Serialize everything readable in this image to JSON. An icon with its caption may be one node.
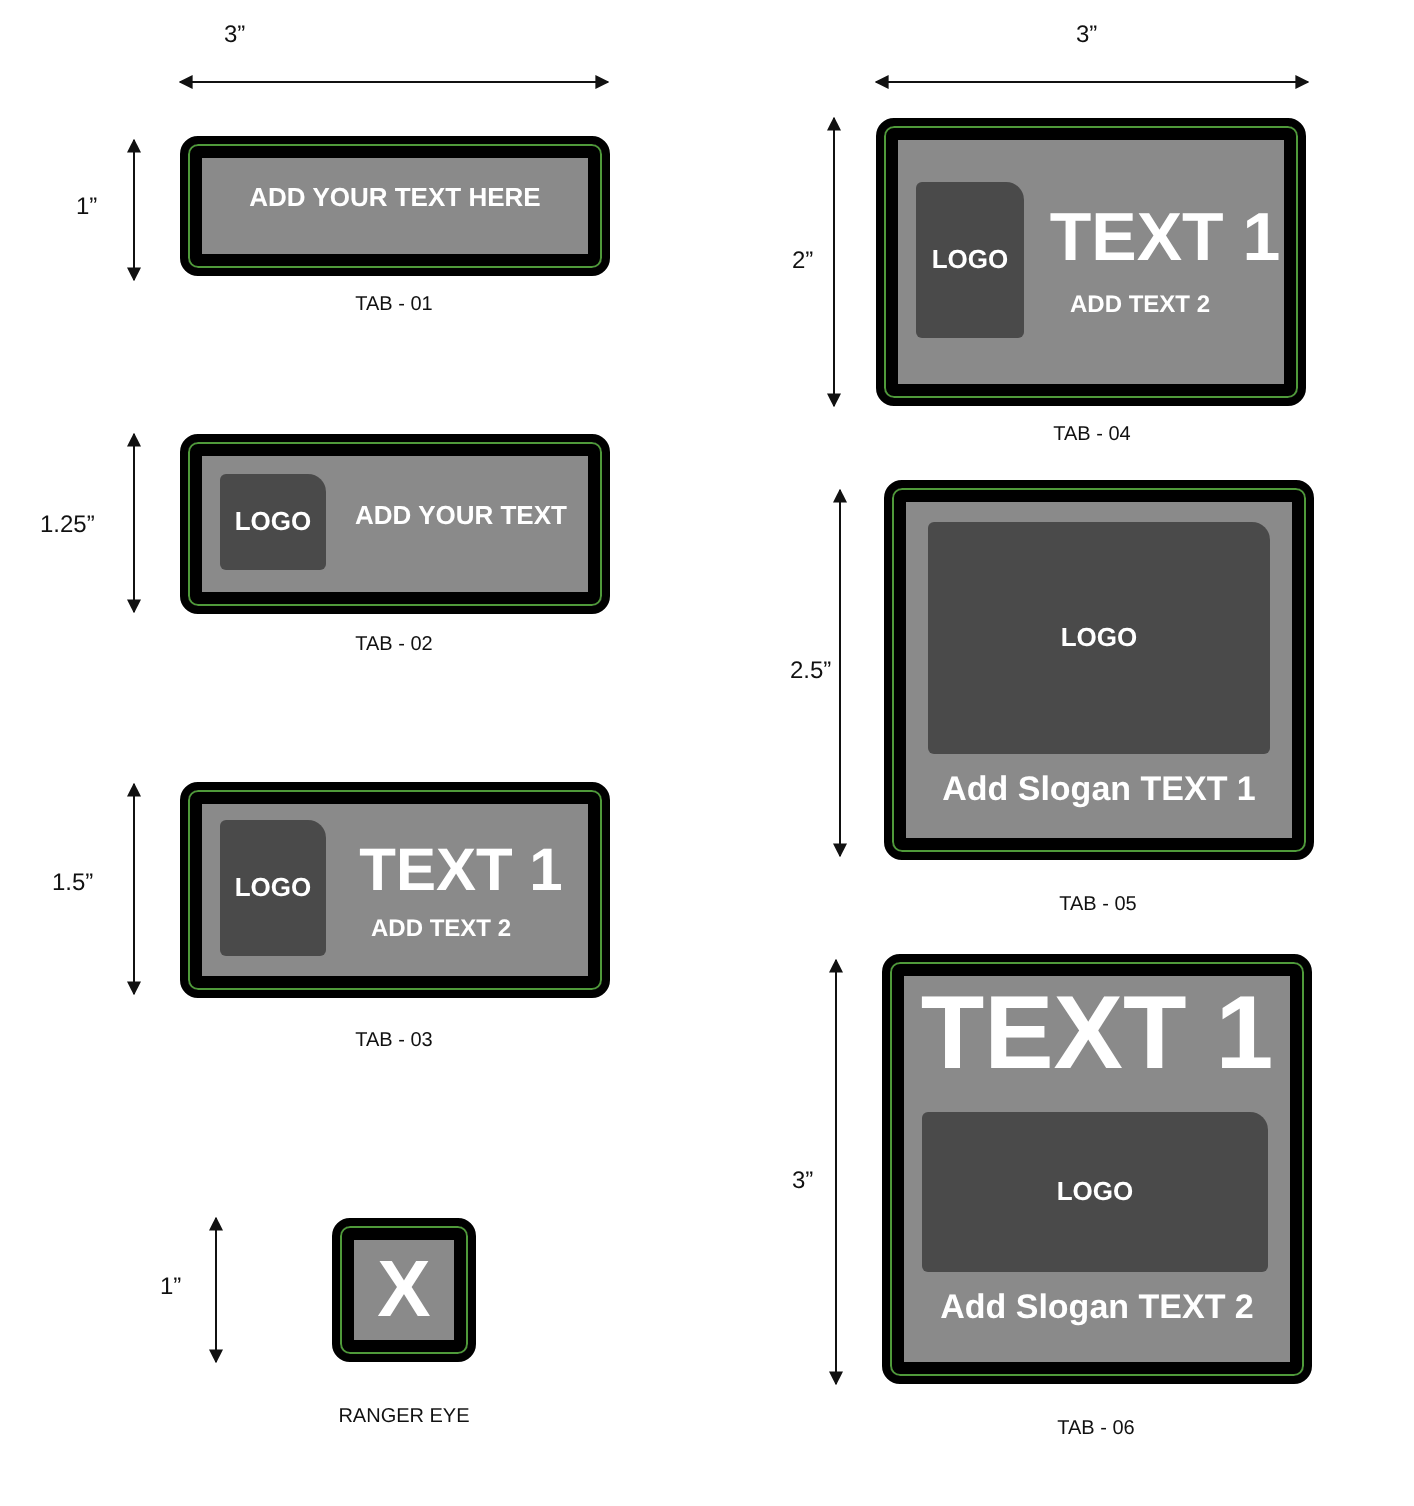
{
  "diagram": {
    "nodes": [
      {
        "text": [
          "ADD YOUR TEXT HERE"
        ],
        "beside": [
          "TAB - 01"
        ]
      },
      {
        "text": [
          "ADD YOUR TEXT"
        ],
        "beside": [
          "TAB - 02"
        ]
      },
      {
        "text": [
          "LOGO"
        ],
        "in": 1
      },
      {
        "text": [
          "TEXT 1",
          "ADD TEXT 2"
        ],
        "beside": [
          "TAB - 03"
        ]
      },
      {
        "text": [
          "LOGO"
        ],
        "in": 3
      },
      {
        "text": [
          "X"
        ],
        "beside": [
          "RANGER EYE"
        ]
      },
      {
        "text": [
          "TEXT 1",
          "ADD TEXT 2"
        ],
        "beside": [
          "TAB - 04"
        ]
      },
      {
        "text": [
          "LOGO"
        ],
        "in": 6
      },
      {
        "text": [
          "Add Slogan TEXT 1"
        ],
        "beside": [
          "TAB - 05"
        ]
      },
      {
        "text": [
          "LOGO"
        ],
        "in": 8
      },
      {
        "text": [
          "TEXT 1",
          "Add Slogan TEXT 2"
        ],
        "beside": [
          "TAB - 06"
        ]
      },
      {
        "text": [
          "LOGO"
        ],
        "in": 10
      }
    ],
    "labels": [
      "3”",
      "1”",
      "1.25”",
      "1.5”",
      "1”",
      "3”",
      "2”",
      "2.5”",
      "3”"
    ]
  }
}
